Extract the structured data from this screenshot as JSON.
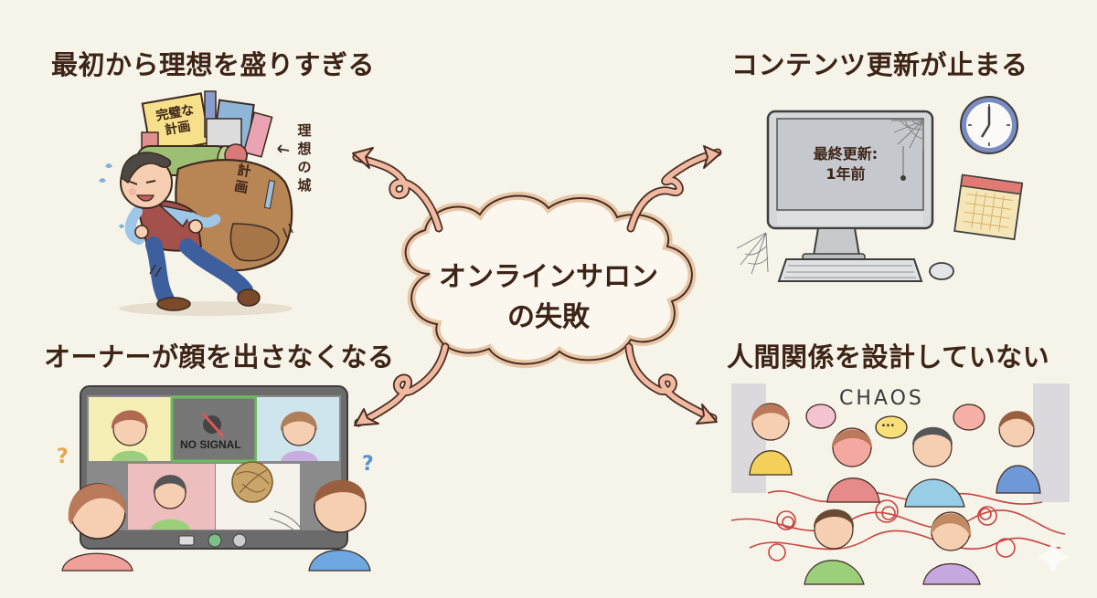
{
  "center": {
    "title_line1": "オンラインサロン",
    "title_line2": "の失敗"
  },
  "sections": {
    "top_left": {
      "heading": "最初から理想を盛りすぎる",
      "illustration": "overloaded-backpack-man",
      "labels": {
        "sign": "完璧な計画",
        "sign_line1": "完璧な",
        "sign_line2": "計画",
        "backpack_line1": "計",
        "backpack_line2": "画",
        "castle_line1": "理",
        "castle_line2": "想",
        "castle_line3": "の",
        "castle_line4": "城"
      }
    },
    "top_right": {
      "heading": "コンテンツ更新が止まる",
      "illustration": "dusty-computer-with-cobwebs",
      "labels": {
        "screen_line1": "最終更新:",
        "screen_line2": "1年前"
      }
    },
    "bottom_left": {
      "heading": "オーナーが顔を出さなくなる",
      "illustration": "video-call-no-signal",
      "labels": {
        "no_signal": "NO SIGNAL",
        "question_mark": "?"
      }
    },
    "bottom_right": {
      "heading": "人間関係を設計していない",
      "illustration": "chaotic-group-conflict",
      "labels": {
        "chaos": "CHAOS",
        "ellipsis": "..."
      }
    }
  },
  "colors": {
    "background": "#f6f3e9",
    "text": "#3d2417",
    "arrow_fill": "#f0b9a0",
    "arrow_stroke": "#4a2c22",
    "cloud_fill": "#fbf7ef",
    "cloud_edge": "#e8c7a8",
    "red_thread": "#c9433f"
  }
}
